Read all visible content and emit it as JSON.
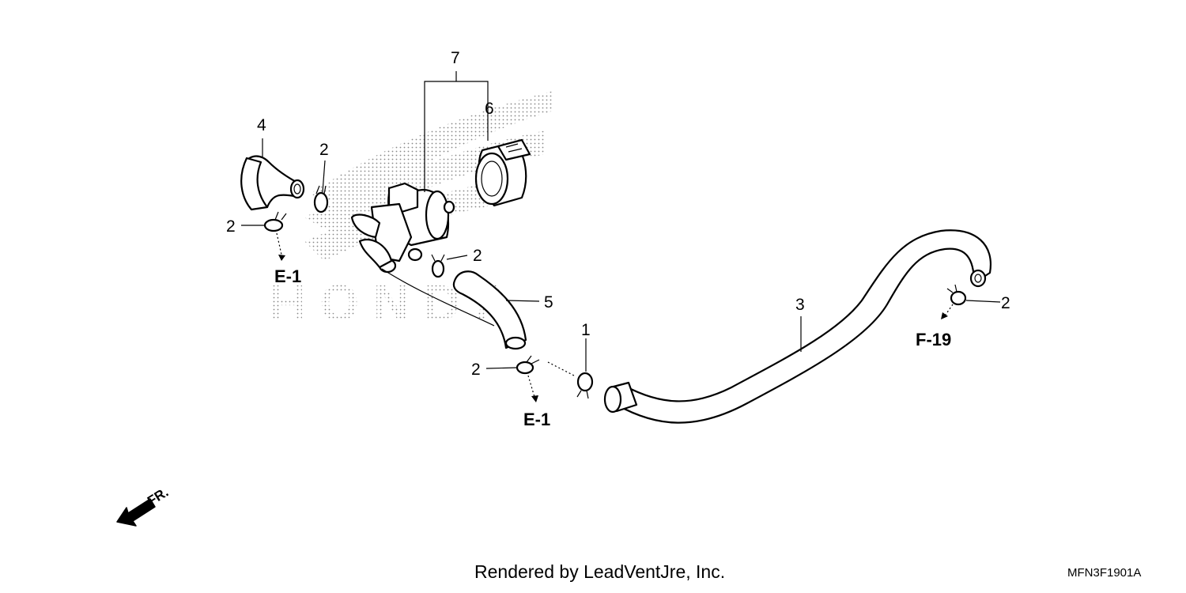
{
  "callouts": {
    "c7": "7",
    "c6": "6",
    "c4": "4",
    "c2a": "2",
    "c2b": "2",
    "c2c": "2",
    "c5": "5",
    "c1": "1",
    "c2d": "2",
    "c3": "3",
    "c2e": "2"
  },
  "references": {
    "e1_left": "E-1",
    "e1_bottom": "E-1",
    "f19": "F-19"
  },
  "direction_label": "FR.",
  "watermark_text": "HONDA",
  "footer": {
    "credit": "Rendered by LeadVentJre, Inc.",
    "diagram_code": "MFN3F1901A"
  },
  "icons": {
    "front_arrow": "arrow-front-icon",
    "watermark": "honda-wing-logo"
  }
}
